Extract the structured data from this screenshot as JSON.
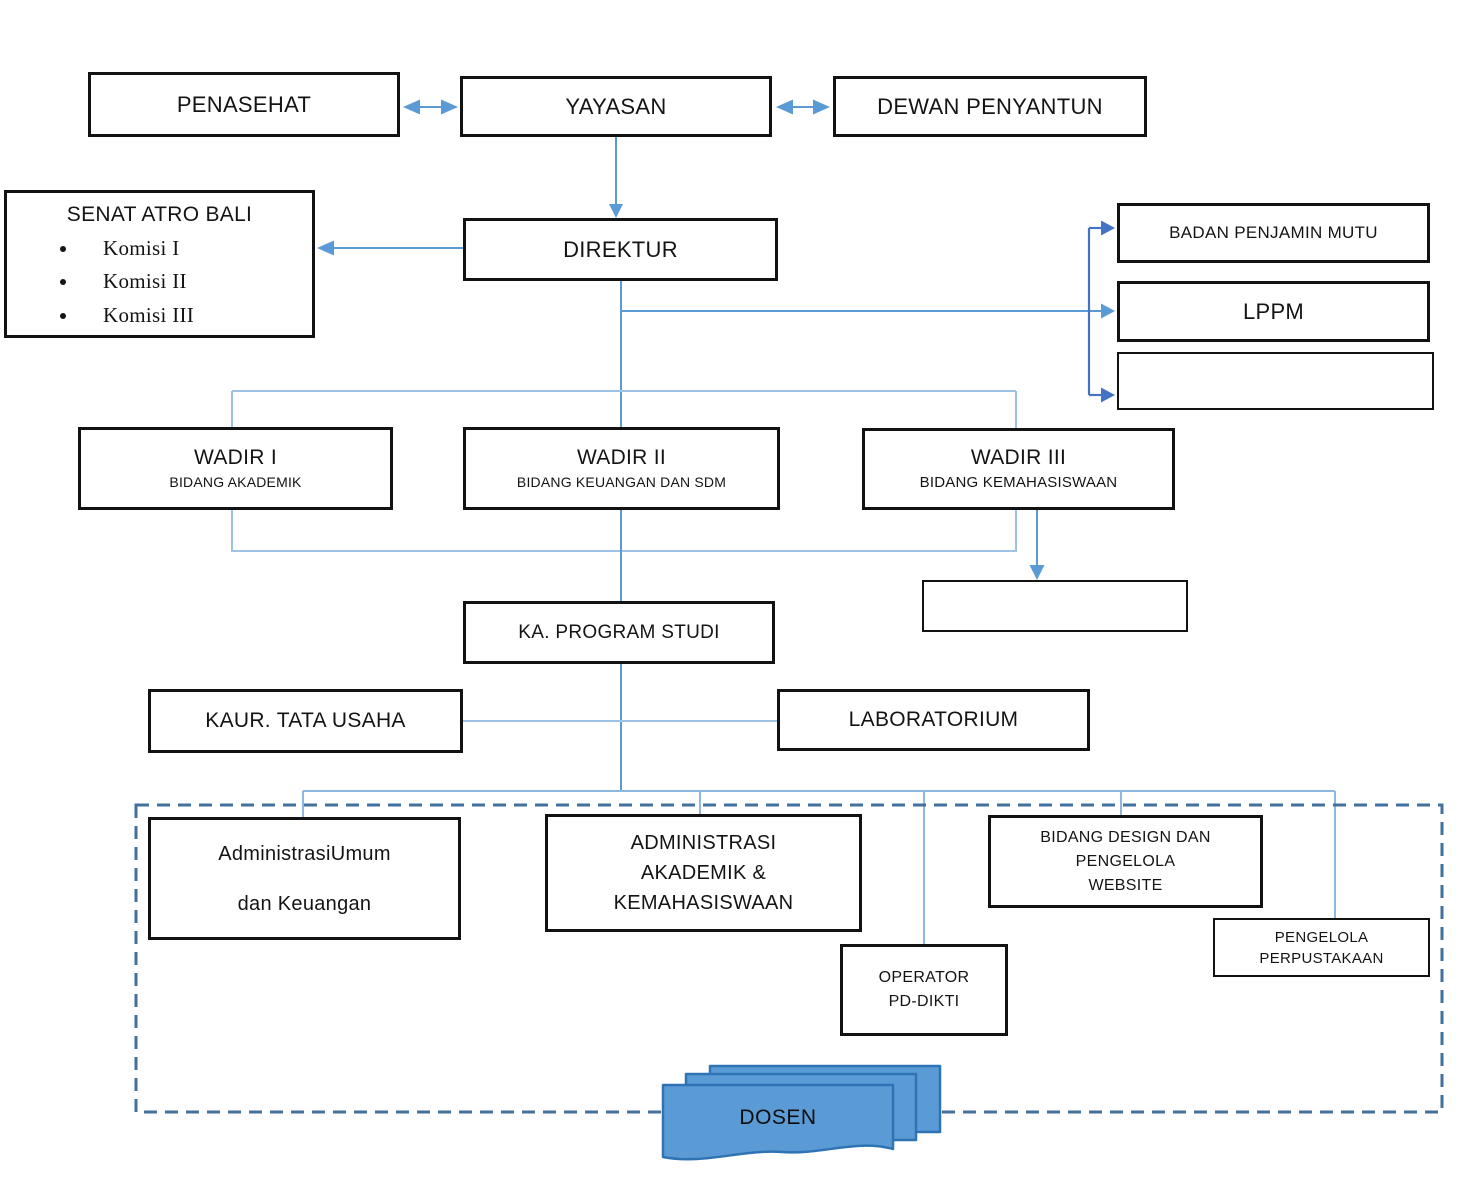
{
  "colors": {
    "connector_medium": "#5B9BD5",
    "connector_light": "#9DC3E6",
    "connector_dark": "#4472C4",
    "dashed_border": "#41719C",
    "box_border": "#121212",
    "dosen_fill": "#5B9BD5",
    "dosen_border": "#2E74B5"
  },
  "nodes": {
    "penasehat": {
      "label": "PENASEHAT"
    },
    "yayasan": {
      "label": "YAYASAN"
    },
    "dewan_penyantun": {
      "label": "DEWAN PENYANTUN"
    },
    "senat": {
      "title": "SENAT ATRO BALI",
      "items": [
        "Komisi I",
        "Komisi II",
        "Komisi III"
      ]
    },
    "direktur": {
      "label": "DIREKTUR"
    },
    "badan_penjamin_mutu": {
      "label": "BADAN PENJAMIN MUTU"
    },
    "lppm": {
      "label": "LPPM"
    },
    "empty_right": {
      "label": ""
    },
    "wadir1": {
      "title": "WADIR I",
      "subtitle": "BIDANG AKADEMIK"
    },
    "wadir2": {
      "title": "WADIR II",
      "subtitle": "BIDANG KEUANGAN DAN SDM"
    },
    "wadir3": {
      "title": "WADIR III",
      "subtitle": "BIDANG KEMAHASISWAAN"
    },
    "empty_under_wadir3": {
      "label": ""
    },
    "ka_program_studi": {
      "label": "KA. PROGRAM STUDI"
    },
    "kaur_tata_usaha": {
      "label": "KAUR. TATA USAHA"
    },
    "laboratorium": {
      "label": "LABORATORIUM"
    },
    "administrasi_umum": {
      "line1": "AdministrasiUmum",
      "line2": "dan Keuangan"
    },
    "administrasi_akademik": {
      "line1": "ADMINISTRASI",
      "line2": "AKADEMIK &",
      "line3": "KEMAHASISWAAN"
    },
    "bidang_design": {
      "line1": "BIDANG DESIGN DAN",
      "line2": "PENGELOLA",
      "line3": "WEBSITE"
    },
    "operator_pd_dikti": {
      "line1": "OPERATOR",
      "line2": "PD-DIKTI"
    },
    "pengelola_perpustakaan": {
      "line1": "PENGELOLA",
      "line2": "PERPUSTAKAAN"
    },
    "dosen": {
      "label": "DOSEN"
    }
  }
}
